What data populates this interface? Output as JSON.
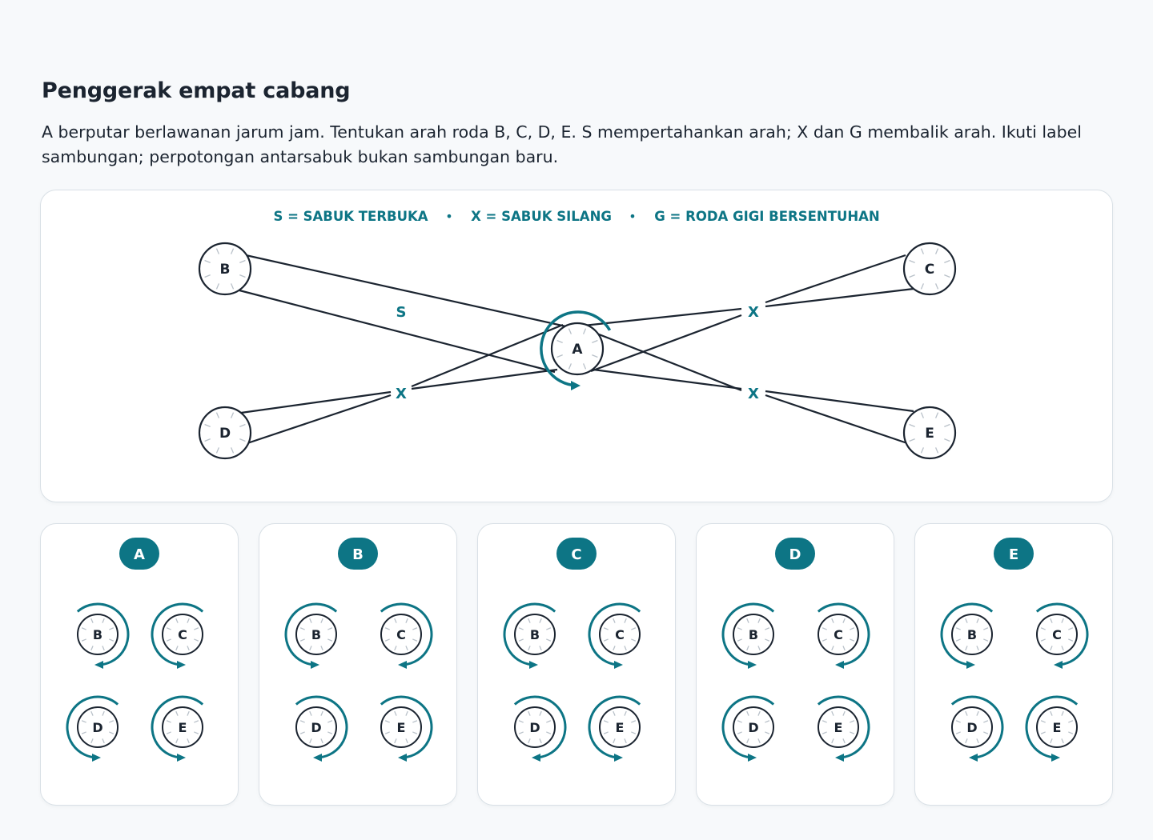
{
  "title": "Penggerak empat cabang",
  "description": "A berputar berlawanan jarum jam. Tentukan arah roda B, C, D, E. S mempertahankan arah; X dan G membalik arah. Ikuti label sambungan; perpotongan antarsabuk bukan sambungan baru.",
  "legend": {
    "s": "S = SABUK TERBUKA",
    "x": "X = SABUK SILANG",
    "g": "G = RODA GIGI BERSENTUHAN",
    "separator": "•"
  },
  "wheels": {
    "a": "A",
    "b": "B",
    "c": "C",
    "d": "D",
    "e": "E"
  },
  "belt_labels": {
    "ab": "S",
    "ac": "X",
    "ad": "X",
    "ae": "X"
  },
  "options": [
    {
      "label": "A",
      "directions": {
        "B": "cw",
        "C": "ccw",
        "D": "ccw",
        "E": "ccw"
      }
    },
    {
      "label": "B",
      "directions": {
        "B": "ccw",
        "C": "cw",
        "D": "cw",
        "E": "cw"
      }
    },
    {
      "label": "C",
      "directions": {
        "B": "ccw",
        "C": "ccw",
        "D": "cw",
        "E": "ccw"
      }
    },
    {
      "label": "D",
      "directions": {
        "B": "ccw",
        "C": "cw",
        "D": "ccw",
        "E": "cw"
      }
    },
    {
      "label": "E",
      "directions": {
        "B": "ccw",
        "C": "cw",
        "D": "cw",
        "E": "ccw"
      }
    }
  ],
  "colors": {
    "accent": "#0d7585",
    "ink": "#1b2430",
    "hub_tick": "#b9c1c9"
  }
}
